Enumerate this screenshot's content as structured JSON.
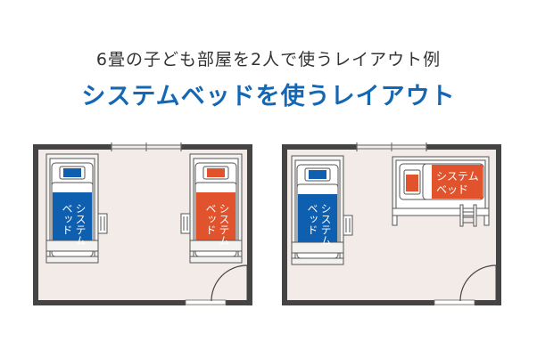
{
  "header": {
    "subtitle": "6畳の子ども部屋を2人で使うレイアウト例",
    "title": "システムベッドを使うレイアウト"
  },
  "colors": {
    "title_blue": "#1467b3",
    "bed_blue": "#0e5fb0",
    "bed_orange": "#e0532c",
    "wall": "#444444",
    "floor": "#f3ebe8",
    "frame_line": "#555555"
  },
  "rooms": [
    {
      "id": "left-room",
      "beds": [
        {
          "color": "blue",
          "label_line1": "システム",
          "label_line2": "ベッド",
          "orientation": "vertical"
        },
        {
          "color": "orange",
          "label_line1": "システム",
          "label_line2": "ベッド",
          "orientation": "vertical"
        }
      ]
    },
    {
      "id": "right-room",
      "beds": [
        {
          "color": "blue",
          "label_line1": "システム",
          "label_line2": "ベッド",
          "orientation": "vertical"
        },
        {
          "color": "orange",
          "label_line1": "システム",
          "label_line2": "ベッド",
          "orientation": "horizontal-loft"
        }
      ]
    }
  ]
}
